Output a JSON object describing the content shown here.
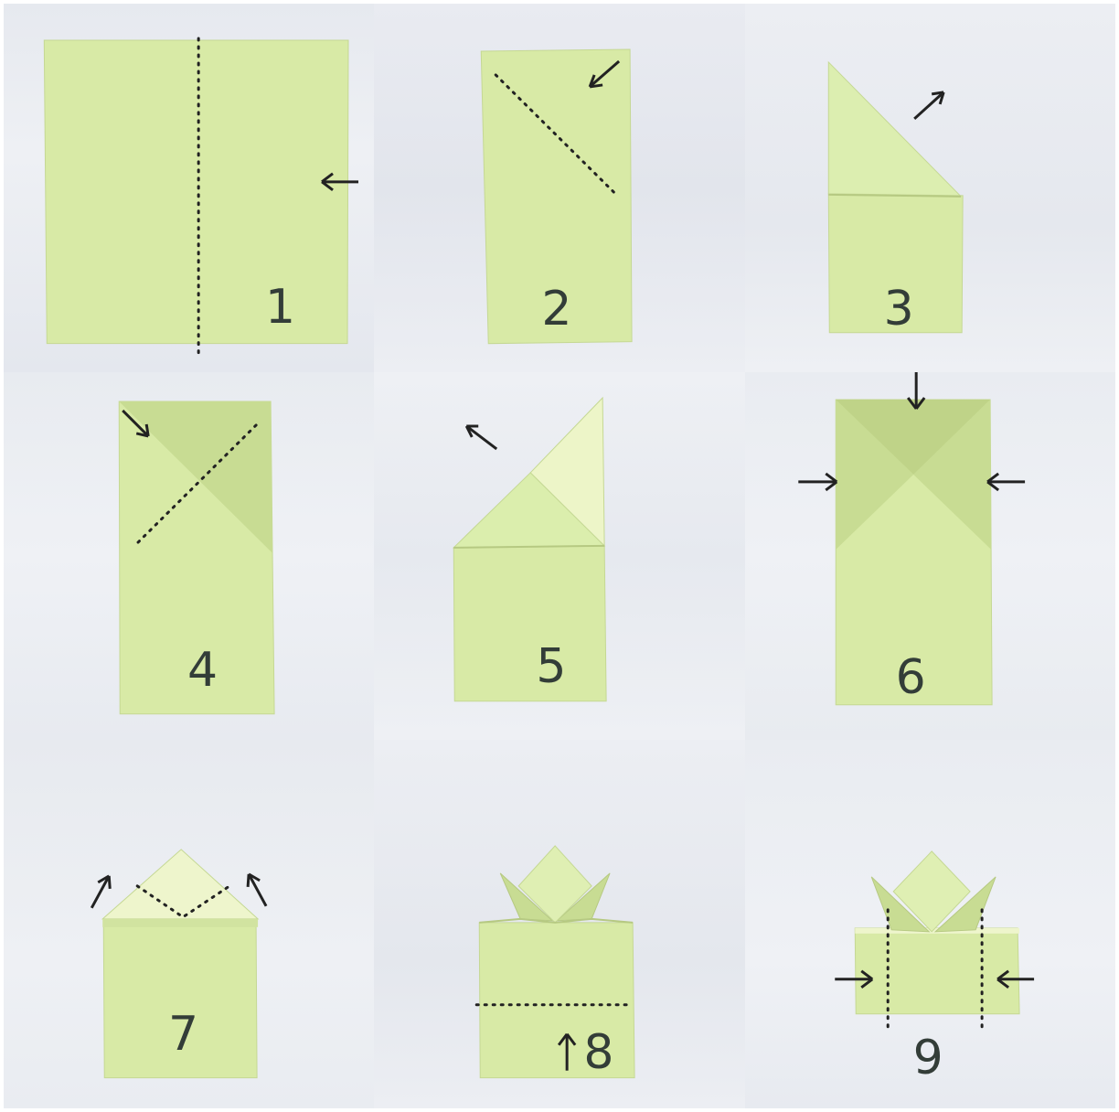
{
  "steps": [
    {
      "number": "1",
      "action": "fold-left"
    },
    {
      "number": "2",
      "action": "fold-corner-down"
    },
    {
      "number": "3",
      "action": "unfold"
    },
    {
      "number": "4",
      "action": "fold-other-corner"
    },
    {
      "number": "5",
      "action": "unfold"
    },
    {
      "number": "6",
      "action": "collapse-sides"
    },
    {
      "number": "7",
      "action": "fold-flaps-up"
    },
    {
      "number": "8",
      "action": "fold-bottom-up"
    },
    {
      "number": "9",
      "action": "fold-sides-in"
    }
  ],
  "colors": {
    "paper": "#d8eaa6",
    "paper_light": "#eaf3c6",
    "paper_shade": "#c8dc93",
    "ink": "#2b2f2d",
    "background": "#eceef3"
  }
}
